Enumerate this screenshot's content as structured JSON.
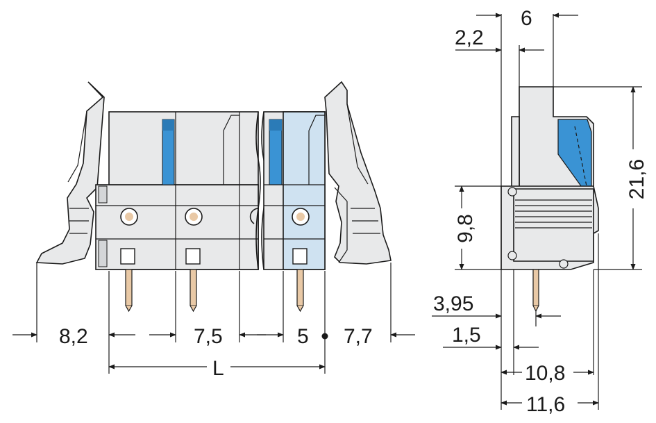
{
  "colors": {
    "housing": "#e8e9ea",
    "housing_dark": "#d4d6d8",
    "highlight": "#cfe2f1",
    "actuator_blue": "#3a93d4",
    "pin": "#e9c9a6",
    "line": "#1a1a1a"
  },
  "front_view": {
    "dim_left_margin": "8,2",
    "dim_pitch": "7,5",
    "dim_pin_pitch": "5",
    "dim_right_margin": "7,7",
    "dim_length": "L"
  },
  "side_view": {
    "dim_top_width": "6",
    "dim_top_offset": "2,2",
    "dim_total_height": "21,6",
    "dim_lower_height": "9,8",
    "dim_pin_offset": "3,95",
    "dim_pin_offset_small": "1,5",
    "dim_body_width": "10,8",
    "dim_total_width": "11,6"
  }
}
